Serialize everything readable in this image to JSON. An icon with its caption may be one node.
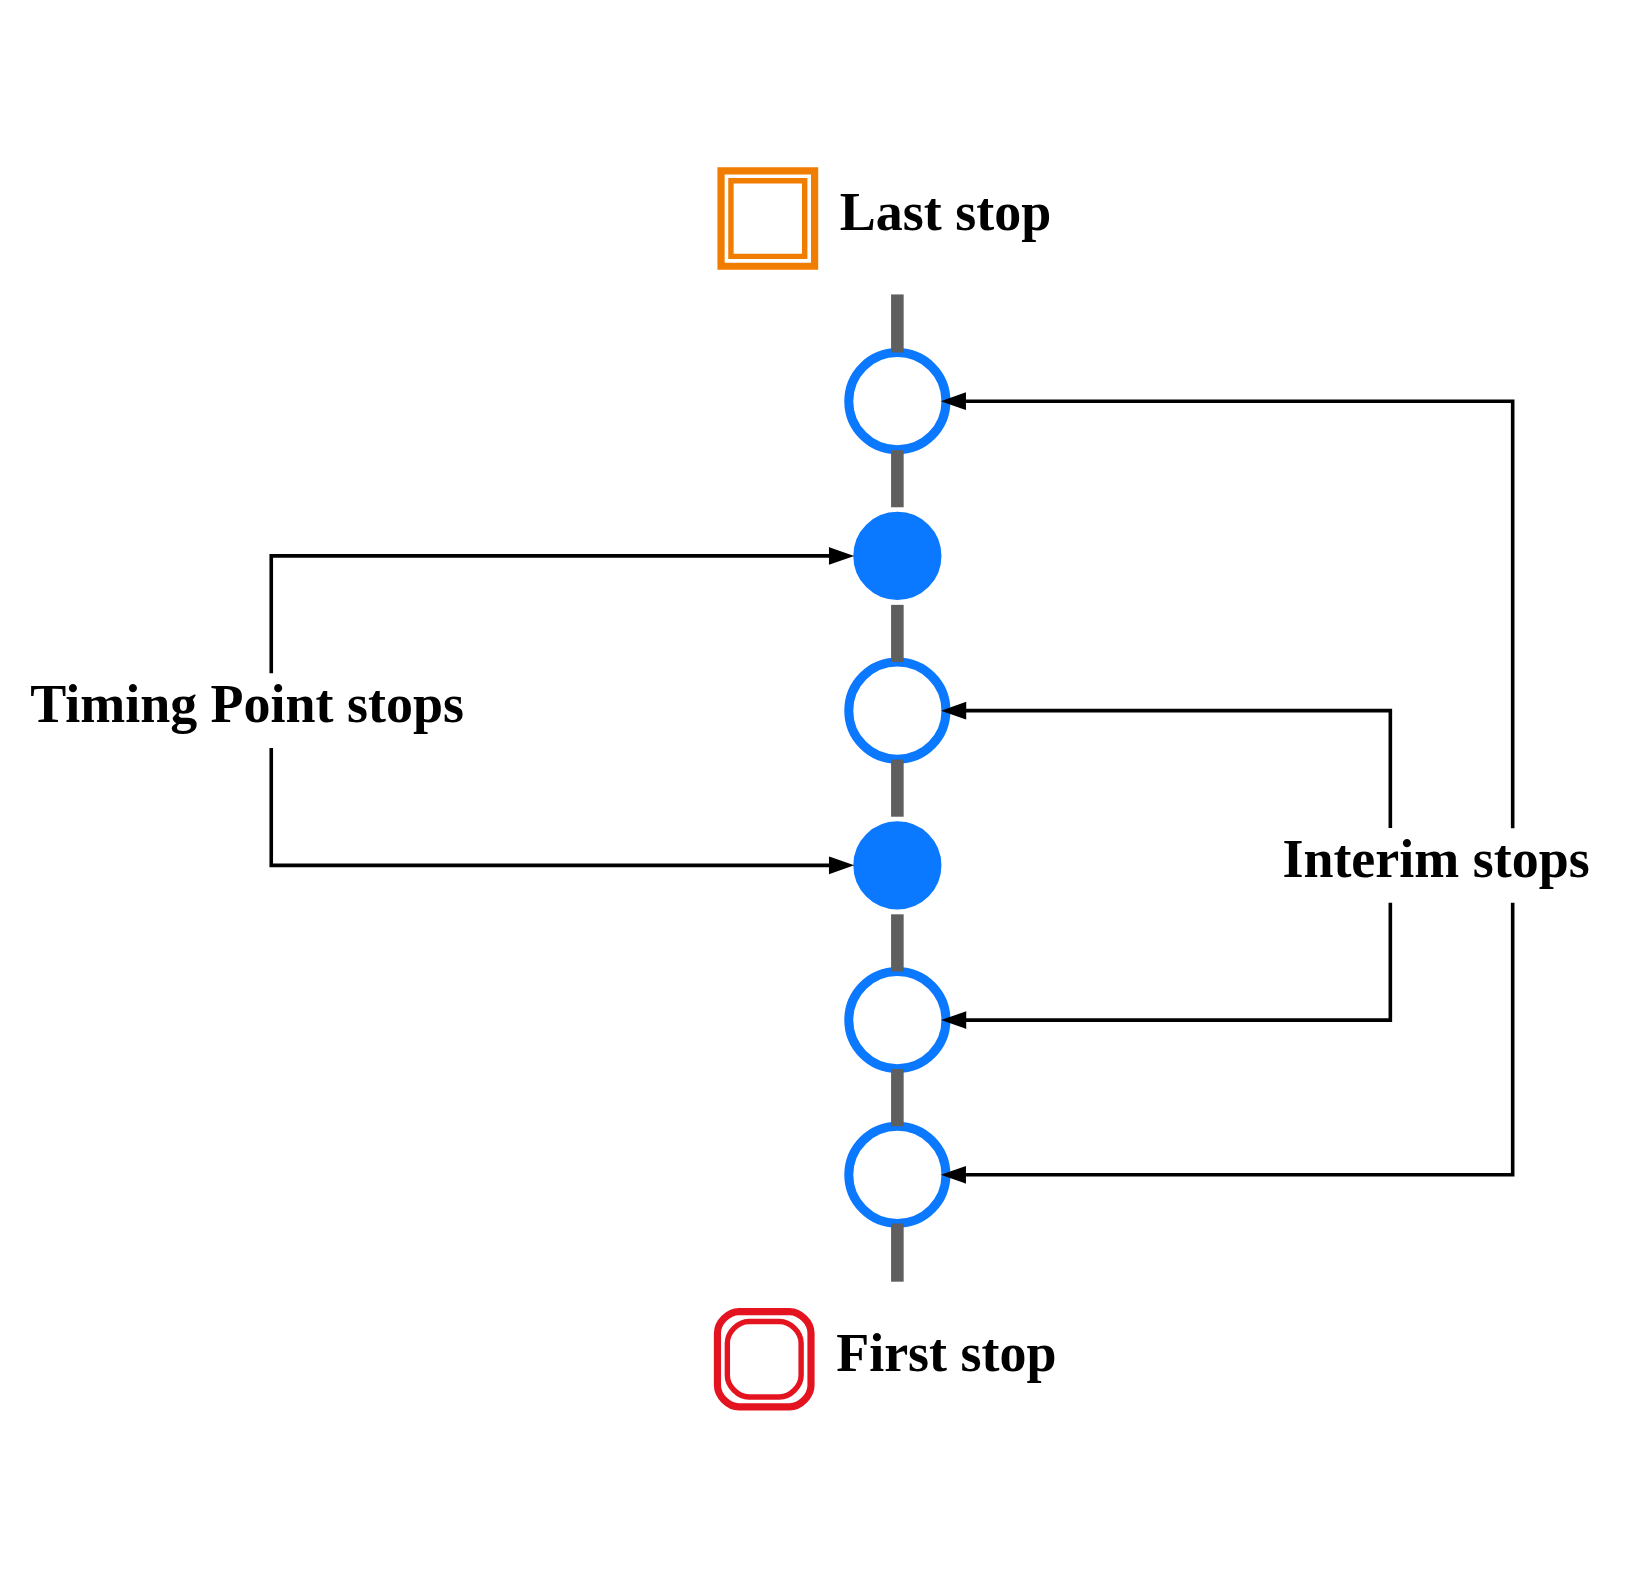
{
  "diagram": {
    "nodes": [
      {
        "text": [
          "Last stop"
        ]
      },
      {
        "text": [],
        "shape": "circle"
      },
      {
        "text": [],
        "shape": "circle"
      },
      {
        "text": [],
        "shape": "circle"
      },
      {
        "text": [],
        "shape": "circle"
      },
      {
        "text": [],
        "shape": "circle"
      },
      {
        "text": [],
        "shape": "circle"
      },
      {
        "text": [
          "First stop"
        ]
      },
      {
        "text": [
          "Timing Point stops"
        ]
      },
      {
        "text": [
          "Interim stops"
        ]
      }
    ],
    "edges": [
      {
        "from": 0,
        "to": 1,
        "arrow": "none"
      },
      {
        "from": 1,
        "to": 2,
        "arrow": "none"
      },
      {
        "from": 2,
        "to": 3,
        "arrow": "none"
      },
      {
        "from": 3,
        "to": 4,
        "arrow": "none"
      },
      {
        "from": 4,
        "to": 5,
        "arrow": "none"
      },
      {
        "from": 5,
        "to": 6,
        "arrow": "none"
      },
      {
        "from": 6,
        "to": 7,
        "arrow": "none"
      },
      {
        "from": 8,
        "to": 2,
        "arrow": "to",
        "color": "#000000"
      },
      {
        "from": 8,
        "to": 4,
        "arrow": "to",
        "color": "#000000"
      },
      {
        "from": 9,
        "to": 1,
        "arrow": "to",
        "color": "#000000"
      },
      {
        "from": 9,
        "to": 3,
        "arrow": "to",
        "color": "#000000"
      },
      {
        "from": 9,
        "to": 5,
        "arrow": "to",
        "color": "#000000"
      },
      {
        "from": 9,
        "to": 6,
        "arrow": "to",
        "color": "#000000"
      }
    ]
  }
}
